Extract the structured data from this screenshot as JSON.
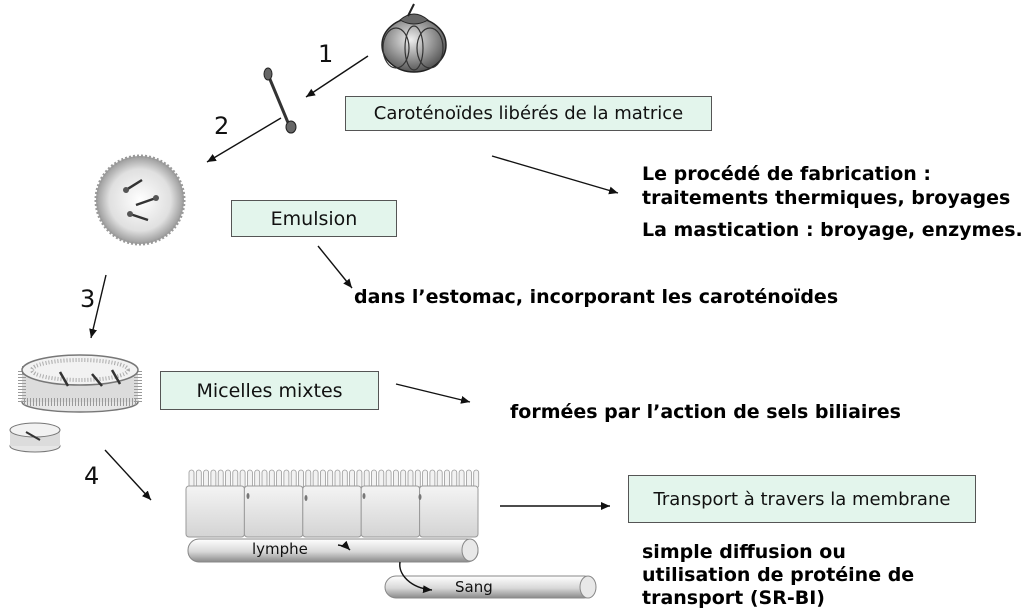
{
  "steps": [
    "1",
    "2",
    "3",
    "4"
  ],
  "boxes": {
    "liberes": "Caroténoïdes libérés de la matrice",
    "emulsion": "Emulsion",
    "micelles": "Micelles mixtes",
    "transport": "Transport à travers la membrane"
  },
  "notes": {
    "procede_line1": "Le procédé de fabrication :",
    "procede_line2": "traitements thermiques, broyages",
    "mastication": "La mastication : broyage, enzymes..",
    "estomac": "dans l’estomac, incorporant les caroténoïdes",
    "sels": "formées par l’action de sels biliaires",
    "diffusion_line1": "simple diffusion ou",
    "diffusion_line2": "utilisation de protéine de",
    "diffusion_line3": "transport (SR-BI)"
  },
  "vessels": {
    "lymphe": "lymphe",
    "sang": "Sang"
  },
  "colors": {
    "box_fill": "#e3f5ec",
    "box_border": "#555555",
    "arrow": "#111111"
  }
}
